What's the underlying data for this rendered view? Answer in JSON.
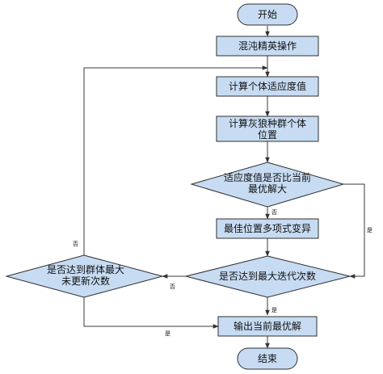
{
  "colors": {
    "box_fill": "#c7dcf3",
    "decision_fill": "#c7dcf3",
    "terminal_fill": "#c7dcf3",
    "stroke": "#2f2f2f",
    "line": "#3a3a3a",
    "text": "#111111"
  },
  "nodes": {
    "start": "开始",
    "chaos": "混沌精英操作",
    "fitness": "计算个体适应度值",
    "position_line1": "计算灰狼种群个体",
    "position_line2": "位置",
    "better_line1": "适应度值是否比当前",
    "better_line2": "最优解大",
    "mutation": "最佳位置多项式变异",
    "max_iter": "是否达到最大迭代次数",
    "group_line1": "是否达到群体最大",
    "group_line2": "未更新次数",
    "output": "输出当前最优解",
    "end": "结束"
  },
  "edge_labels": {
    "better_no": "否",
    "better_yes": "是",
    "max_iter_no": "否",
    "max_iter_yes": "是",
    "group_no": "否",
    "group_yes": "是"
  }
}
